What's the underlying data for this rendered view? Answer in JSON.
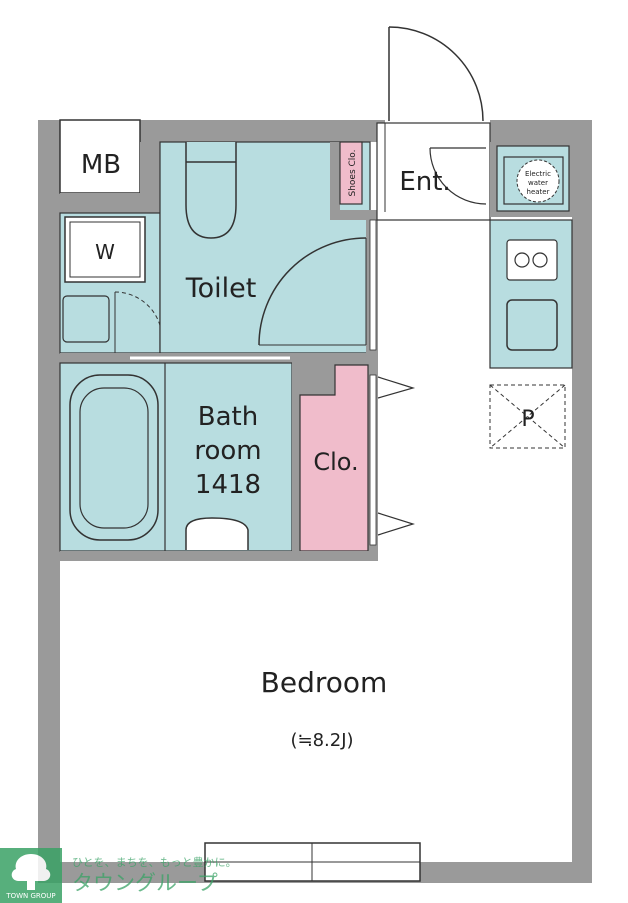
{
  "rooms": {
    "mb": "MB",
    "washer": "W",
    "toilet": "Toilet",
    "shoes_closet": "Shoes Clo.",
    "entrance": "Ent.",
    "water_heater": [
      "Electric",
      "water",
      "heater"
    ],
    "bathroom": [
      "Bath",
      "room",
      "1418"
    ],
    "closet": "Clo.",
    "parking": "P",
    "bedroom": "Bedroom",
    "bedroom_size": "(≒8.2J)"
  },
  "watermark": {
    "logo_text": "TOWN GROUP",
    "tagline": "ひとを、まちを、もっと豊かに。",
    "company": "タウングループ"
  },
  "colors": {
    "wall": "#9a9a9a",
    "wet_area": "#b8dde0",
    "closet": "#f0bccb",
    "watermark_green": "#3aa266"
  }
}
